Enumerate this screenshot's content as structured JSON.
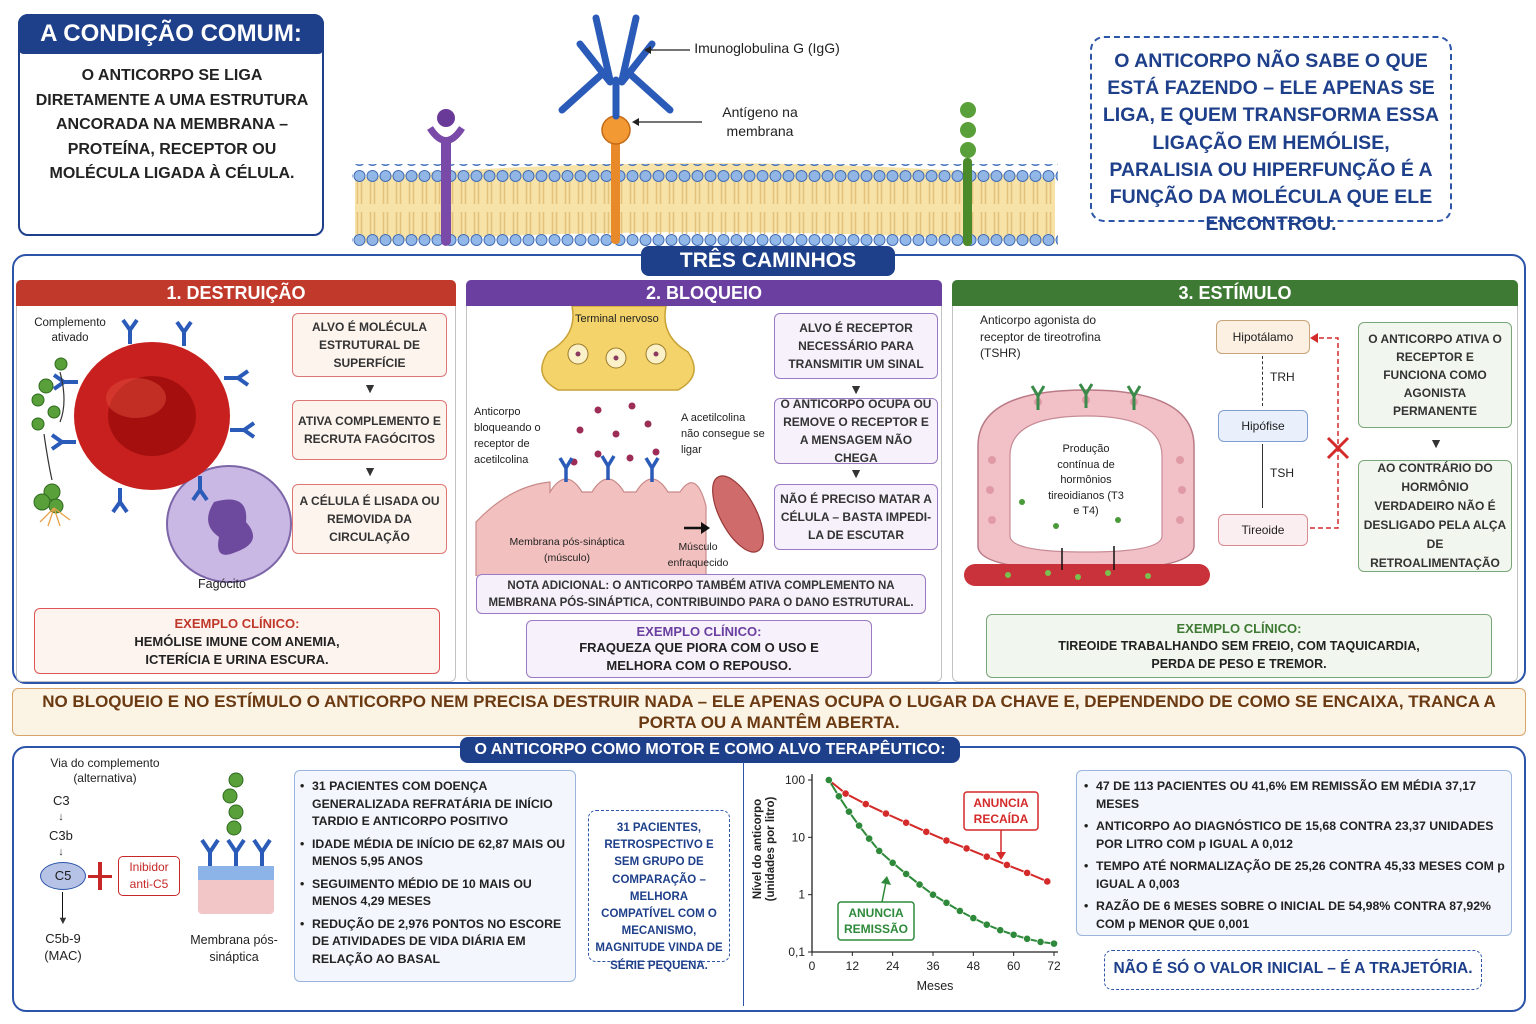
{
  "condition": {
    "title": "A CONDIÇÃO COMUM:",
    "text": "O ANTICORPO SE LIGA DIRETAMENTE A UMA ESTRUTURA ANCORADA NA MEMBRANA – PROTEÍNA, RECEPTOR OU MOLÉCULA LIGADA À CÉLULA."
  },
  "membrane_labels": {
    "igg": "Imunoglobulina G (IgG)",
    "antigen": "Antígeno na membrana"
  },
  "quote": "O ANTICORPO NÃO SABE O QUE ESTÁ FAZENDO – ELE APENAS SE LIGA, E QUEM TRANSFORMA ESSA LIGAÇÃO EM HEMÓLISE, PARALISIA OU HIPERFUNÇÃO É A FUNÇÃO  DA MOLÉCULA QUE ELE ENCONTROU.",
  "three_paths_title": "TRÊS CAMINHOS",
  "destruction": {
    "title": "1. DESTRUIÇÃO",
    "complement_label": "Complemento ativado",
    "phagocyte_label": "Fagócito",
    "steps": [
      "ALVO É MOLÉCULA ESTRUTURAL DE SUPERFÍCIE",
      "ATIVA COMPLEMENTO E RECRUTA FAGÓCITOS",
      "A CÉLULA É LISADA OU REMOVIDA DA CIRCULAÇÃO"
    ],
    "example_title": "EXEMPLO CLÍNICO:",
    "example_text": "HEMÓLISE IMUNE COM ANEMIA, ICTERÍCIA E URINA ESCURA."
  },
  "blockade": {
    "title": "2. BLOQUEIO",
    "terminal_label": "Terminal nervoso",
    "antibody_label": "Anticorpo bloqueando o receptor de acetilcolina",
    "ach_label": "A acetilcolina não consegue se ligar",
    "membrane_label": "Membrana pós-sináptica (músculo)",
    "muscle_label": "Músculo enfraquecido",
    "steps": [
      "ALVO É RECEPTOR NECESSÁRIO PARA TRANSMITIR UM SINAL",
      "O ANTICORPO OCUPA OU REMOVE O RECEPTOR E A MENSAGEM NÃO CHEGA",
      "NÃO É PRECISO MATAR A CÉLULA – BASTA IMPEDI-LA DE ESCUTAR"
    ],
    "note": "NOTA ADICIONAL: O ANTICORPO TAMBÉM ATIVA COMPLEMENTO NA MEMBRANA PÓS-SINÁPTICA, CONTRIBUINDO PARA O DANO ESTRUTURAL.",
    "example_title": "EXEMPLO CLÍNICO:",
    "example_text": "FRAQUEZA QUE PIORA COM O USO E MELHORA COM O REPOUSO."
  },
  "stimulus": {
    "title": "3. ESTÍMULO",
    "agonist_label": "Anticorpo agonista do receptor de tireotrofina (TSHR)",
    "production_label": "Produção contínua de hormônios tireoidianos (T3 e T4)",
    "axis": [
      "Hipotálamo",
      "TRH",
      "Hipófise",
      "TSH",
      "Tireoide"
    ],
    "steps": [
      "O ANTICORPO ATIVA O RECEPTOR E FUNCIONA COMO AGONISTA PERMANENTE",
      "AO CONTRÁRIO DO HORMÔNIO VERDADEIRO NÃO É DESLIGADO PELA ALÇA DE RETROALIMENTAÇÃO"
    ],
    "example_title": "EXEMPLO CLÍNICO:",
    "example_text": "TIREOIDE TRABALHANDO SEM FREIO, COM TAQUICARDIA, PERDA DE PESO E TREMOR."
  },
  "banner": "NO BLOQUEIO E NO ESTÍMULO O ANTICORPO NEM PRECISA DESTRUIR NADA – ELE APENAS OCUPA O LUGAR DA CHAVE E, DEPENDENDO DE COMO SE ENCAIXA, TRANCA A PORTA OU A MANTÊM ABERTA.",
  "bottom": {
    "title": "O ANTICORPO COMO MOTOR E COMO ALVO TERAPÊUTICO:",
    "pathway_title": "Via do complemento (alternativa)",
    "pathway": [
      "C3",
      "C3b",
      "C5",
      "C5b-9 (MAC)"
    ],
    "inhibitor": "Inibidor anti-C5",
    "membrane": "Membrana pós-sináptica",
    "list1": [
      "31 PACIENTES COM DOENÇA GENERALIZADA REFRATÁRIA DE INÍCIO TARDIO E ANTICORPO POSITIVO",
      "IDADE MÉDIA DE INÍCIO DE 62,87 MAIS OU MENOS 5,95 ANOS",
      "SEGUIMENTO MÉDIO DE 10 MAIS OU MENOS 4,29 MESES",
      "REDUÇÃO DE 2,976 PONTOS NO ESCORE DE ATIVIDADES DE VIDA DIÁRIA EM RELAÇÃO AO BASAL"
    ],
    "dashed_note": "31 PACIENTES, RETROSPECTIVO E SEM GRUPO DE COMPARAÇÃO – MELHORA COMPATÍVEL COM O MECANISMO, MAGNITUDE VINDA DE SÉRIE PEQUENA.",
    "list2": [
      "47 DE 113 PACIENTES OU 41,6% EM REMISSÃO EM MÉDIA 37,17 MESES",
      "ANTICORPO AO DIAGNÓSTICO DE 15,68 CONTRA 23,37 UNIDADES POR LITRO COM p IGUAL A 0,012",
      "TEMPO ATÉ NORMALIZAÇÃO DE 25,26 CONTRA 45,33 MESES COM p IGUAL A 0,003",
      "RAZÃO DE 6 MESES SOBRE O INICIAL DE 54,98% CONTRA 87,92% COM p MENOR QUE 0,001"
    ],
    "closing": "NÃO É SÓ O VALOR INICIAL – É A TRAJETÓRIA."
  },
  "chart_data": {
    "type": "line",
    "ylabel": "Nível do anticorpo (unidades por litro)",
    "xlabel": "Meses",
    "x_ticks": [
      0,
      12,
      24,
      36,
      48,
      60,
      72
    ],
    "y_ticks": [
      "0,1",
      "1",
      "10",
      "100"
    ],
    "y_scale": "log",
    "xlim": [
      0,
      72
    ],
    "ylim": [
      0.1,
      100
    ],
    "series": [
      {
        "name": "ANUNCIA RECAÍDA",
        "color": "#d42a2a",
        "x": [
          5,
          10,
          16,
          22,
          28,
          34,
          40,
          46,
          52,
          58,
          64,
          70
        ],
        "y": [
          100,
          58,
          38,
          26,
          18,
          12.5,
          8.8,
          6.4,
          4.6,
          3.3,
          2.4,
          1.7
        ]
      },
      {
        "name": "ANUNCIA REMISSÃO",
        "color": "#2e8a3a",
        "x": [
          5,
          8,
          11,
          14,
          17,
          20,
          24,
          28,
          32,
          36,
          40,
          44,
          48,
          52,
          56,
          60,
          64,
          68,
          72
        ],
        "y": [
          100,
          52,
          28,
          16,
          9.5,
          5.8,
          3.6,
          2.3,
          1.5,
          1.0,
          0.72,
          0.52,
          0.39,
          0.3,
          0.24,
          0.2,
          0.17,
          0.15,
          0.14
        ]
      }
    ],
    "annotations": [
      "ANUNCIA RECAÍDA",
      "ANUNCIA REMISSÃO"
    ]
  }
}
